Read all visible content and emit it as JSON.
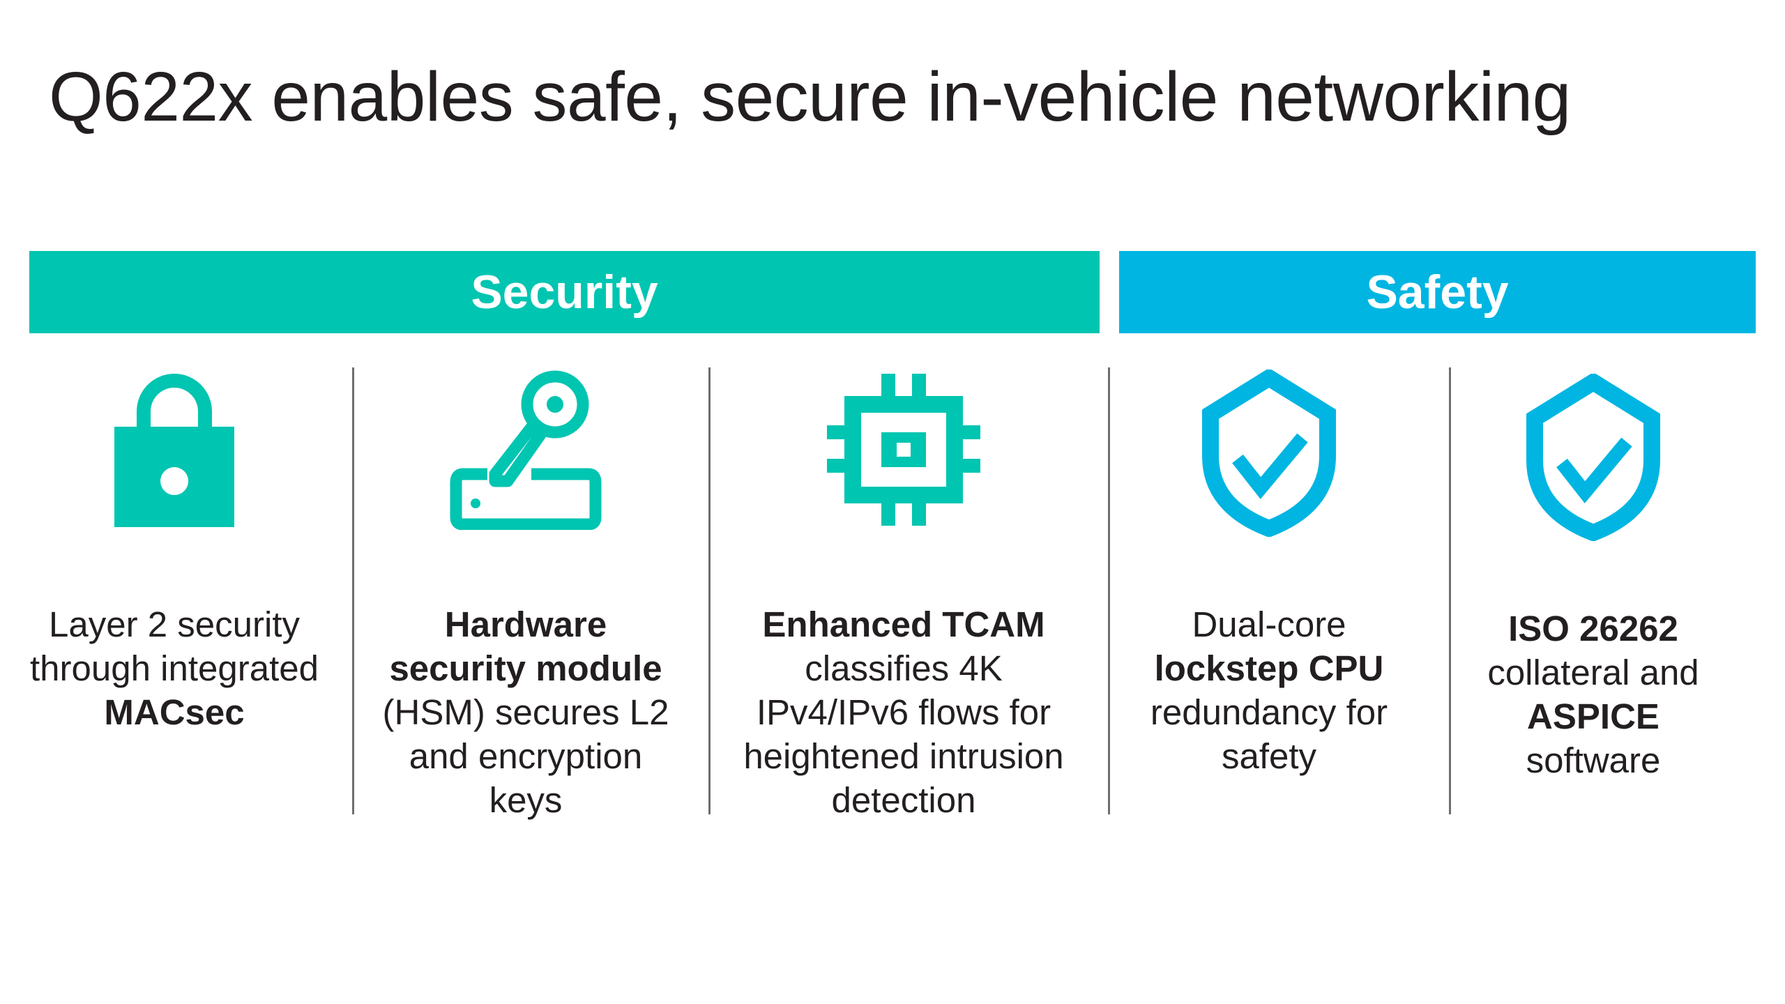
{
  "title": "Q622x enables safe, secure in-vehicle networking",
  "colors": {
    "security": "#00c5b1",
    "safety": "#00b5e2"
  },
  "sections": {
    "security": "Security",
    "safety": "Safety"
  },
  "columns": [
    {
      "icon": "lock-icon",
      "lines": [
        {
          "text": "Layer 2 security",
          "bold": false
        },
        {
          "text": "through integrated",
          "bold": false
        },
        {
          "text": "MACsec",
          "bold": true
        }
      ]
    },
    {
      "icon": "key-hsm-icon",
      "lines": [
        {
          "text": "Hardware",
          "bold": true
        },
        {
          "text": "security module",
          "bold": true
        },
        {
          "text": "(HSM) secures L2",
          "bold": false
        },
        {
          "text": "and encryption",
          "bold": false
        },
        {
          "text": "keys",
          "bold": false
        }
      ]
    },
    {
      "icon": "chip-icon",
      "lines": [
        {
          "text": "Enhanced TCAM",
          "bold": true
        },
        {
          "text": "classifies 4K",
          "bold": false
        },
        {
          "text": "IPv4/IPv6 flows for",
          "bold": false
        },
        {
          "text": "heightened intrusion",
          "bold": false
        },
        {
          "text": "detection",
          "bold": false
        }
      ]
    },
    {
      "icon": "shield-check-icon",
      "lines": [
        {
          "text": "Dual-core",
          "bold": false
        },
        {
          "text": "lockstep CPU",
          "bold": true
        },
        {
          "text": "redundancy for",
          "bold": false
        },
        {
          "text": "safety",
          "bold": false
        }
      ]
    },
    {
      "icon": "shield-check-icon",
      "lines": [
        {
          "text": "ISO 26262",
          "bold": true
        },
        {
          "text": "collateral and",
          "bold": false
        },
        {
          "text": "ASPICE",
          "bold": true
        },
        {
          "text": "software",
          "bold": false
        }
      ]
    }
  ]
}
